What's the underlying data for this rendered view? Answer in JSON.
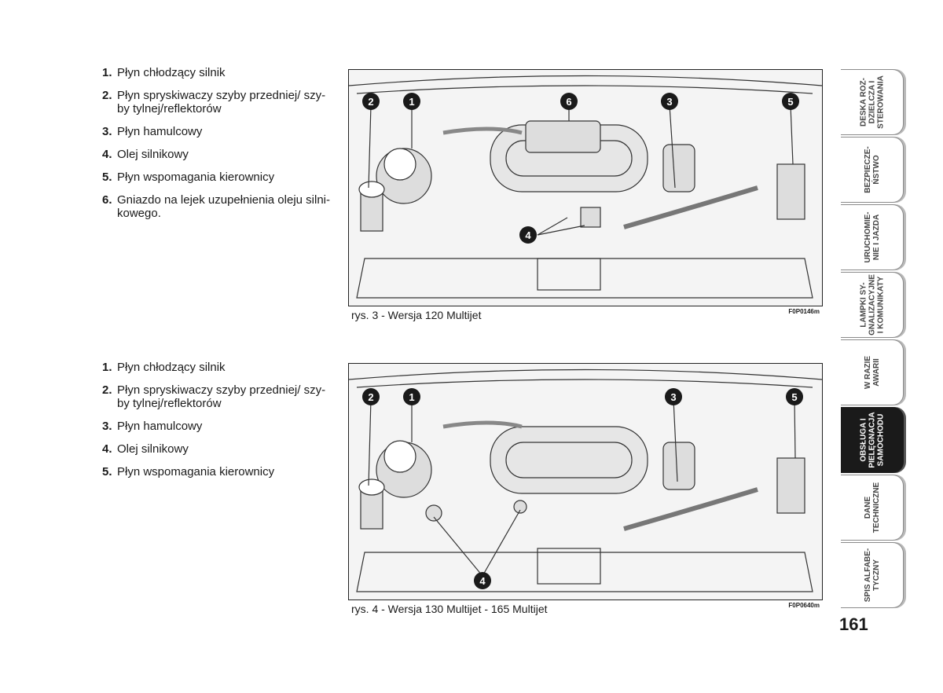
{
  "section1": {
    "items": [
      {
        "num": "1.",
        "text": "Płyn chłodzący silnik"
      },
      {
        "num": "2.",
        "text": "Płyn spryskiwaczy szyby przedniej/ szy-by tylnej/reflektorów"
      },
      {
        "num": "3.",
        "text": "Płyn hamulcowy"
      },
      {
        "num": "4.",
        "text": "Olej silnikowy"
      },
      {
        "num": "5.",
        "text": "Płyn wspomagania kierownicy"
      },
      {
        "num": "6.",
        "text": "Gniazdo na lejek uzupełnienia oleju silni-kowego."
      }
    ],
    "caption": "rys. 3 - Wersja 120 Multijet",
    "code": "F0P0146m",
    "callouts": [
      "2",
      "1",
      "6",
      "3",
      "5",
      "4"
    ]
  },
  "section2": {
    "items": [
      {
        "num": "1.",
        "text": "Płyn chłodzący silnik"
      },
      {
        "num": "2.",
        "text": "Płyn spryskiwaczy szyby przedniej/ szy-by tylnej/reflektorów"
      },
      {
        "num": "3.",
        "text": "Płyn hamulcowy"
      },
      {
        "num": "4.",
        "text": "Olej silnikowy"
      },
      {
        "num": "5.",
        "text": "Płyn wspomagania kierownicy"
      }
    ],
    "caption": "rys. 4 - Wersja 130 Multijet - 165 Multijet",
    "code": "F0P0640m",
    "callouts": [
      "2",
      "1",
      "3",
      "5",
      "4"
    ]
  },
  "tabs": [
    {
      "label": "DESKA ROZ-\nDZIELCZA I\nSTEROWANIA",
      "active": false
    },
    {
      "label": "BEZPIECZE-\nŃSTWO",
      "active": false
    },
    {
      "label": "URUCHOMIE-\nNIE I JAZDA",
      "active": false
    },
    {
      "label": "LAMPKI SY-\nGNALIZACYJNE\nI KOMUNIKATY",
      "active": false
    },
    {
      "label": "W RAZIE\nAWARII",
      "active": false
    },
    {
      "label": "OBSŁUGA I\nPIELĘGNACJA\nSAMOCHODU",
      "active": true
    },
    {
      "label": "DANE\nTECHNICZNE",
      "active": false
    },
    {
      "label": "SPIS ALFABE-\nTYCZNY",
      "active": false
    }
  ],
  "page_number": "161"
}
